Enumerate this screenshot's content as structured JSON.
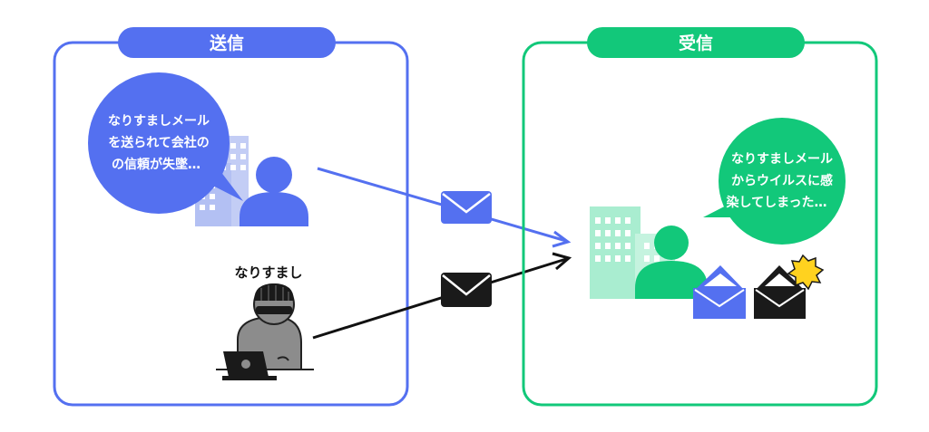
{
  "sender": {
    "header": "送信",
    "speech_lines": [
      "なりすましメール",
      "を送られて会社の",
      "の信頼が失墜…"
    ],
    "impersonator_label": "なりすまし",
    "color": "#5470f0"
  },
  "receiver": {
    "header": "受信",
    "speech_lines": [
      "なりすましメール",
      "からウイルスに感",
      "染してしまった…"
    ],
    "color": "#12c87a"
  }
}
